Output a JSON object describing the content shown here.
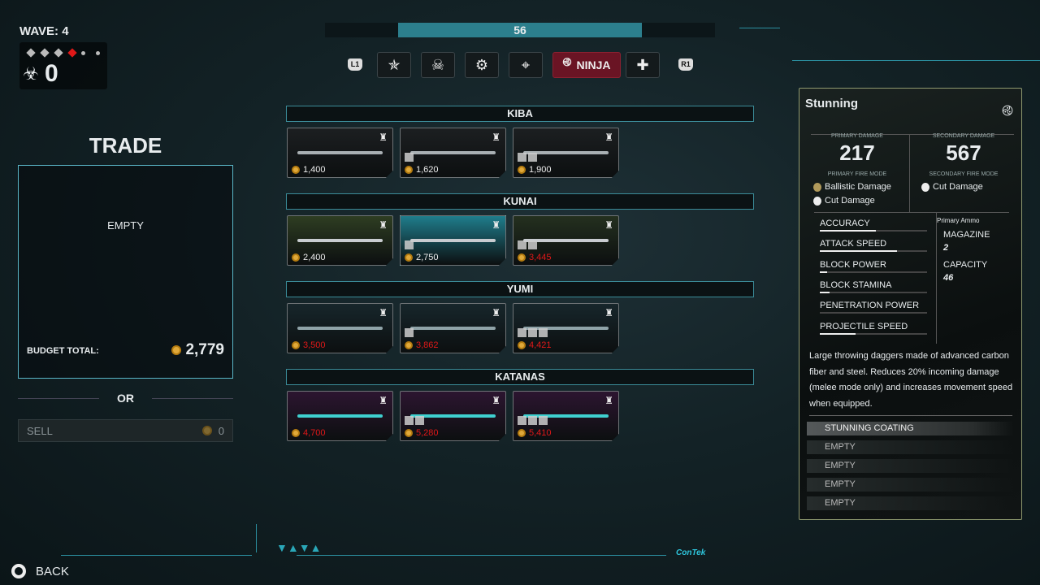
{
  "hud": {
    "wave_label": "WAVE: 4",
    "wave_markers": [
      "done",
      "done",
      "done",
      "current",
      "pending",
      "pending"
    ],
    "kills": "0",
    "progress_value": "56",
    "progress_fraction": 0.625
  },
  "tabs": {
    "left_hint": "L1",
    "right_hint": "R1",
    "items": [
      {
        "icon": "rank-star-icon",
        "glyph": "✯"
      },
      {
        "icon": "flame-skull-icon",
        "glyph": "☠"
      },
      {
        "icon": "gear-icon",
        "glyph": "⚙"
      },
      {
        "icon": "crosshair-icon",
        "glyph": "⌖"
      },
      {
        "icon": "ninja-icon",
        "glyph": "࿋",
        "label": "NINJA",
        "active": true
      },
      {
        "icon": "medic-cross-icon",
        "glyph": "✚"
      }
    ]
  },
  "trade": {
    "title": "TRADE",
    "slot": "EMPTY",
    "budget_label": "BUDGET TOTAL:",
    "budget_value": "2,779",
    "or": "OR",
    "sell_label": "SELL",
    "sell_value": "0"
  },
  "sections": [
    {
      "name": "KIBA",
      "bg": "#1c1f21",
      "weapon": "#a9b0b3",
      "items": [
        {
          "price": "1,400",
          "afford": true,
          "mods": 0
        },
        {
          "price": "1,620",
          "afford": true,
          "mods": 1
        },
        {
          "price": "1,900",
          "afford": true,
          "mods": 2
        }
      ]
    },
    {
      "name": "KUNAI",
      "bg": "#24301f",
      "weapon": "#c8ccd0",
      "items": [
        {
          "price": "2,400",
          "afford": true,
          "mods": 0,
          "bg": "#2e3d22"
        },
        {
          "price": "2,750",
          "afford": true,
          "mods": 1,
          "bg": "#1f7d8c",
          "selected": true
        },
        {
          "price": "3,445",
          "afford": false,
          "mods": 2
        }
      ]
    },
    {
      "name": "YUMI",
      "bg": "#17262b",
      "weapon": "#8fa3a8",
      "items": [
        {
          "price": "3,500",
          "afford": false,
          "mods": 0
        },
        {
          "price": "3,862",
          "afford": false,
          "mods": 1
        },
        {
          "price": "4,421",
          "afford": false,
          "mods": 3
        }
      ]
    },
    {
      "name": "KATANAS",
      "bg": "#2c1530",
      "weapon": "#3fd0d0",
      "items": [
        {
          "price": "4,700",
          "afford": false,
          "mods": 0
        },
        {
          "price": "5,280",
          "afford": false,
          "mods": 2
        },
        {
          "price": "5,410",
          "afford": false,
          "mods": 3
        }
      ]
    }
  ],
  "detail": {
    "title": "Stunning",
    "primary_damage_label": "PRIMARY DAMAGE",
    "primary_damage": "217",
    "secondary_damage_label": "SECONDARY DAMAGE",
    "secondary_damage": "567",
    "primary_fire_label": "PRIMARY FIRE MODE",
    "primary_modes": [
      "Ballistic Damage",
      "Cut Damage"
    ],
    "secondary_fire_label": "SECONDARY FIRE MODE",
    "secondary_modes": [
      "Cut Damage"
    ],
    "stats": [
      {
        "label": "ACCURACY",
        "value": 0.52
      },
      {
        "label": "ATTACK SPEED",
        "value": 0.72
      },
      {
        "label": "BLOCK POWER",
        "value": 0.07
      },
      {
        "label": "BLOCK STAMINA",
        "value": 0.09
      },
      {
        "label": "PENETRATION POWER",
        "value": 0.0
      },
      {
        "label": "PROJECTILE SPEED",
        "value": 0.33
      }
    ],
    "ammo_label": "Primary Ammo",
    "magazine_label": "MAGAZINE",
    "magazine": "2",
    "capacity_label": "CAPACITY",
    "capacity": "46",
    "description": "Large throwing daggers made of advanced carbon fiber and steel. Reduces 20% incoming damage (melee mode only) and increases movement speed when equipped.",
    "slots": [
      {
        "label": "STUNNING COATING",
        "filled": true
      },
      {
        "label": "EMPTY"
      },
      {
        "label": "EMPTY"
      },
      {
        "label": "EMPTY"
      },
      {
        "label": "EMPTY"
      }
    ]
  },
  "footer": {
    "back": "BACK",
    "brand": "ConTek"
  },
  "colors": {
    "accent": "#2c7f8d",
    "unaffordable": "#e01818",
    "active_tab": "#6a1424"
  }
}
